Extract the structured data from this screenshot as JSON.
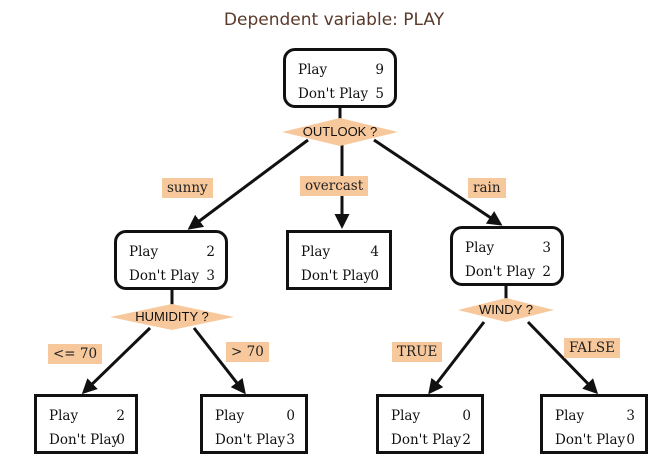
{
  "title": "Dependent variable: PLAY",
  "nodes": {
    "root": {
      "play_label": "Play",
      "play_count": "9",
      "dont_label": "Don't Play",
      "dont_count": "5"
    },
    "sunny": {
      "play_label": "Play",
      "play_count": "2",
      "dont_label": "Don't Play",
      "dont_count": "3"
    },
    "overcast": {
      "play_label": "Play",
      "play_count": "4",
      "dont_label": "Don't Play",
      "dont_count": "0"
    },
    "rain": {
      "play_label": "Play",
      "play_count": "3",
      "dont_label": "Don't Play",
      "dont_count": "2"
    },
    "hum_le": {
      "play_label": "Play",
      "play_count": "2",
      "dont_label": "Don't Play",
      "dont_count": "0"
    },
    "hum_gt": {
      "play_label": "Play",
      "play_count": "0",
      "dont_label": "Don't Play",
      "dont_count": "3"
    },
    "wind_t": {
      "play_label": "Play",
      "play_count": "0",
      "dont_label": "Don't Play",
      "dont_count": "2"
    },
    "wind_f": {
      "play_label": "Play",
      "play_count": "3",
      "dont_label": "Don't Play",
      "dont_count": "0"
    }
  },
  "splits": {
    "outlook": "OUTLOOK ?",
    "humidity": "HUMIDITY ?",
    "windy": "WINDY ?"
  },
  "edges": {
    "sunny": "sunny",
    "overcast": "overcast",
    "rain": "rain",
    "le70": "<= 70",
    "gt70": "> 70",
    "true": "TRUE",
    "false": "FALSE"
  },
  "colors": {
    "label_fill": "#f7c89c",
    "node_border": "#111111",
    "title_color": "#5a3a2a"
  }
}
